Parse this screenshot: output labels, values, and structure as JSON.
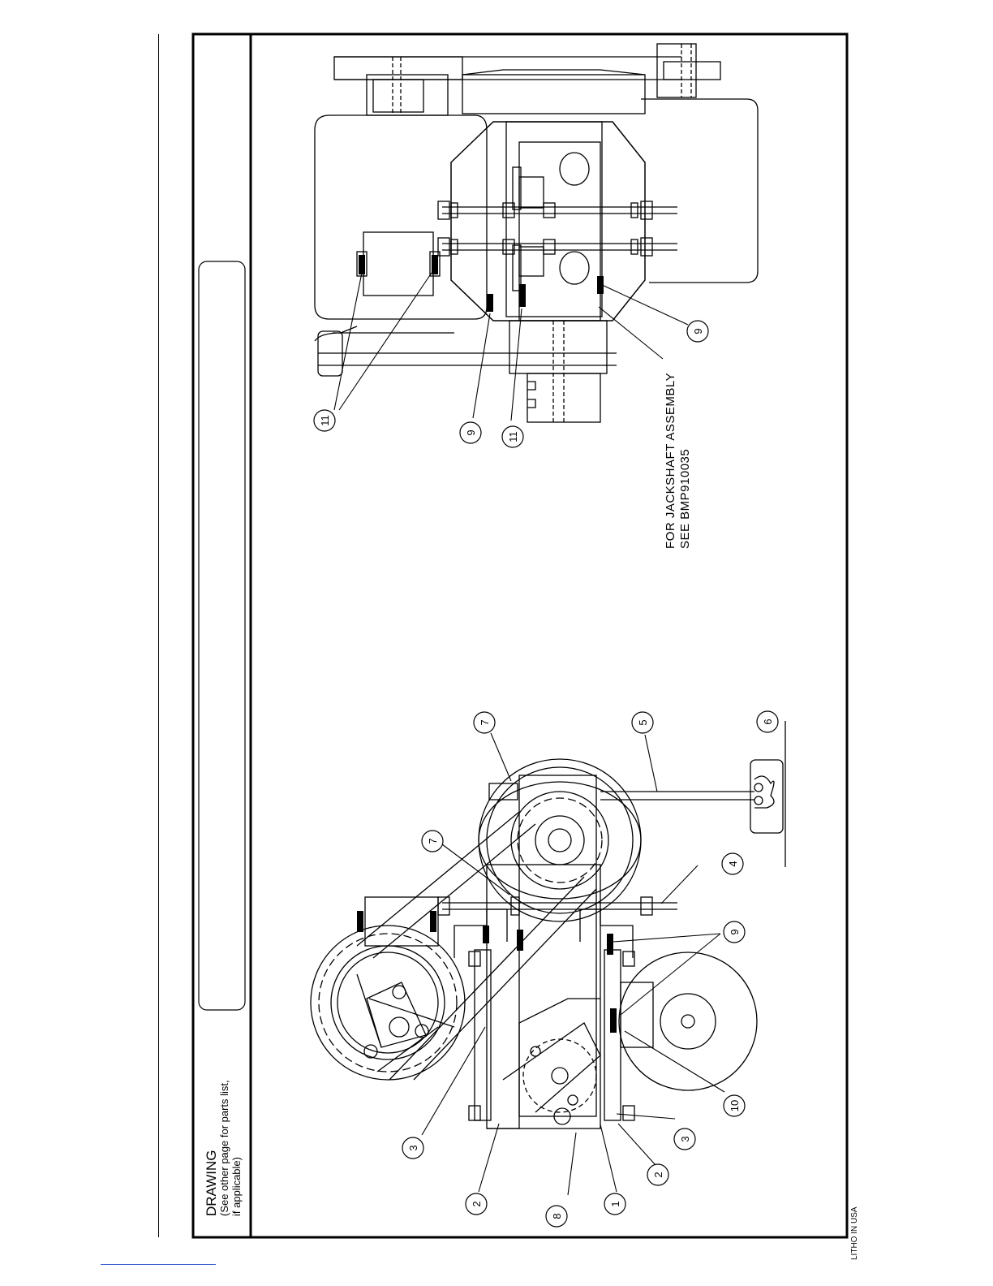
{
  "sidebar": {
    "heading": "DRAWING",
    "note_line1": "(See other page for parts list,",
    "note_line2": "if applicable)"
  },
  "footer": {
    "litho": "LITHO IN USA"
  },
  "jackshaft_note": {
    "line1": "FOR JACKSHAFT ASSEMBLY",
    "line2": "SEE BMP910035"
  },
  "callouts": [
    "1",
    "2",
    "2",
    "3",
    "3",
    "4",
    "5",
    "6",
    "7",
    "7",
    "8",
    "9",
    "9",
    "10",
    "9",
    "11",
    "9",
    "11"
  ]
}
